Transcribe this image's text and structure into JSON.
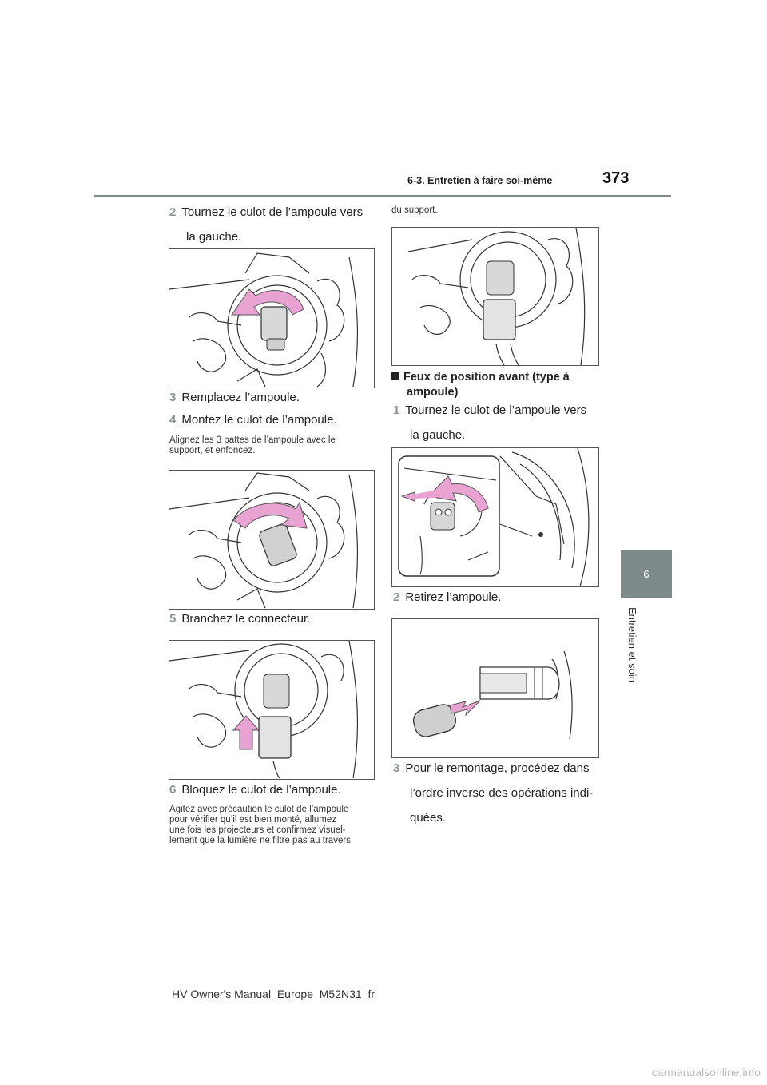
{
  "header": {
    "page_number": "373",
    "section_title": "6-3. Entretien à faire soi-même"
  },
  "side_tab": {
    "chapter_number": "6",
    "chapter_title": "Entretien et soin"
  },
  "left_column": {
    "step2": {
      "num": "2",
      "line1": "Tournez le culot de l’ampoule vers",
      "line2": "la gauche."
    },
    "step3": {
      "num": "3",
      "text": "Remplacez l’ampoule."
    },
    "step4": {
      "num": "4",
      "text": "Montez le culot de l’ampoule."
    },
    "note4": {
      "line1": "Alignez les 3 pattes de l’ampoule avec le",
      "line2": "support, et enfoncez."
    },
    "step5": {
      "num": "5",
      "text": "Branchez le connecteur."
    },
    "step6": {
      "num": "6",
      "text": "Bloquez le culot de l’ampoule."
    },
    "note6": {
      "line1": "Agitez avec précaution le culot de l’ampoule",
      "line2": "pour vérifier qu’il est bien monté, allumez",
      "line3": "une fois les projecteurs et confirmez visuel-",
      "line4": "lement que la lumière ne filtre pas au travers"
    }
  },
  "right_column": {
    "note_cont": "du support.",
    "heading": {
      "line1": "Feux de position avant (type à",
      "line2": "ampoule)"
    },
    "step1": {
      "num": "1",
      "line1": "Tournez le culot de l’ampoule vers",
      "line2": "la gauche."
    },
    "step2": {
      "num": "2",
      "text": "Retirez l’ampoule."
    },
    "step3": {
      "num": "3",
      "line1": "Pour le remontage, procédez dans",
      "line2": "l’ordre inverse des opérations indi-",
      "line3": "quées."
    }
  },
  "footer": {
    "text": "HV Owner's Manual_Europe_M52N31_fr"
  },
  "watermark": {
    "text": "carmanualsonline.info"
  },
  "colors": {
    "accent_gray": "#7f8b8a",
    "arrow_pink": "#e9a3d3",
    "step_number": "#8a9695"
  }
}
